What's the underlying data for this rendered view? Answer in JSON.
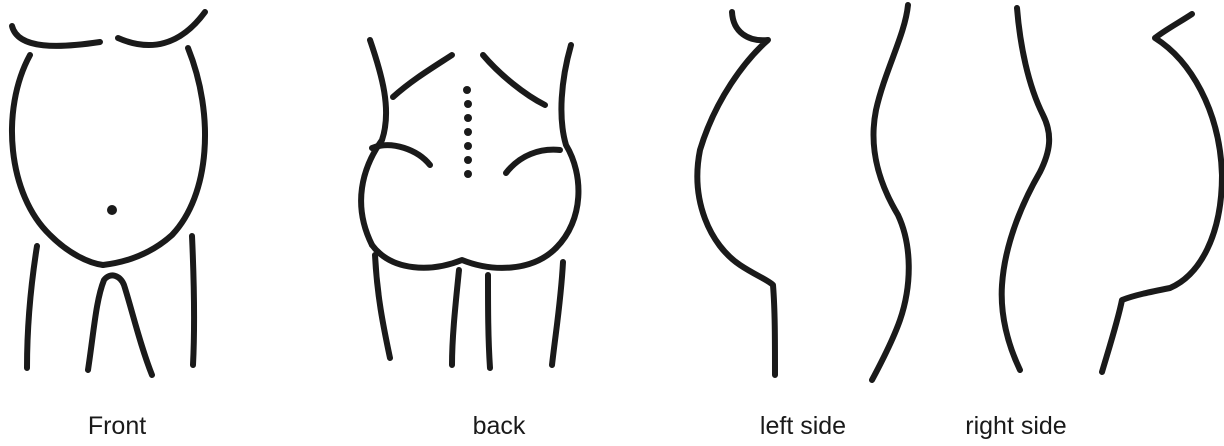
{
  "labels": {
    "front": "Front",
    "back": "back",
    "left_side": "left side",
    "right_side": "right side"
  },
  "colors": {
    "ink": "#1a1a1a",
    "background": "#ffffff"
  }
}
